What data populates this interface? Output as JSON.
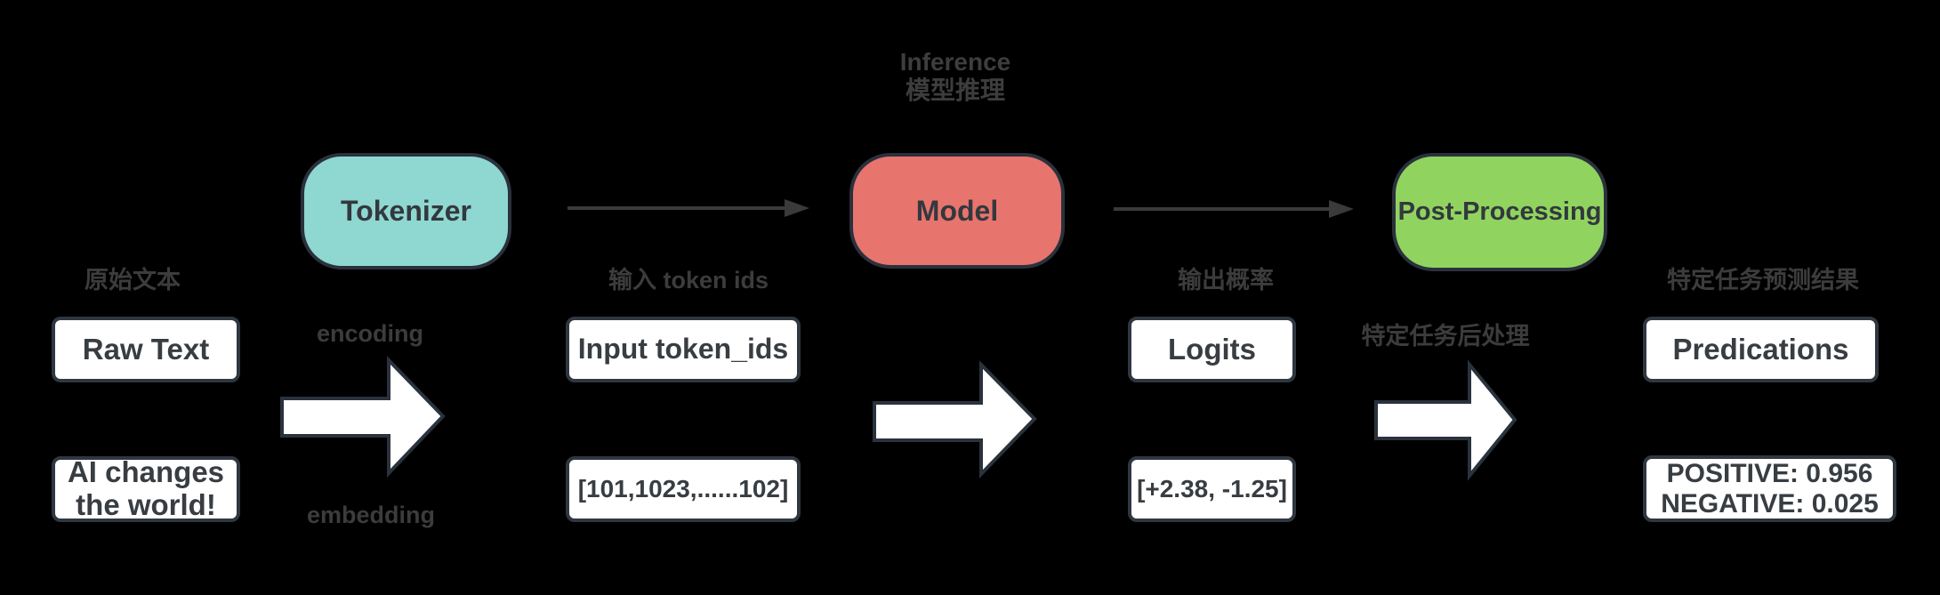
{
  "diagram": {
    "title": {
      "en": "Inference",
      "zh": "模型推理"
    },
    "stages": [
      {
        "label": "Tokenizer",
        "fill": "#8fd7d1"
      },
      {
        "label": "Model",
        "fill": "#e8746e"
      },
      {
        "label": "Post-Processing",
        "fill": "#90d45f"
      }
    ],
    "column_labels": [
      "原始文本",
      "输入 token ids",
      "输出概率",
      "特定任务预测结果"
    ],
    "process_labels": {
      "encoding": "encoding",
      "embedding": "embedding",
      "post_processing": "特定任务后处理"
    },
    "cards": {
      "raw_text": {
        "label": "Raw Text"
      },
      "input_ids": {
        "label": "Input token_ids"
      },
      "logits": {
        "label": "Logits"
      },
      "predications": {
        "label": "Predications"
      },
      "example_text": {
        "line1": "AI changes",
        "line2": "the world!"
      },
      "example_ids": {
        "label": "[101,1023,......102]"
      },
      "example_logits": {
        "label": "[+2.38, -1.25]"
      },
      "example_predictions": {
        "line1": "POSITIVE: 0.956",
        "line2": "NEGATIVE: 0.025"
      }
    },
    "colors": {
      "background": "#000000",
      "tokenizer_fill": "#8fd7d1",
      "model_fill": "#e8746e",
      "post_processing_fill": "#90d45f",
      "stage_border": "#2a313c",
      "card_border": "#2f3740",
      "card_fill": "#ffffff",
      "label_text": "#3c3c3c",
      "thin_arrow": "#3a3a3a",
      "block_arrow_fill": "#ffffff",
      "block_arrow_outline": "#2a323d"
    }
  }
}
